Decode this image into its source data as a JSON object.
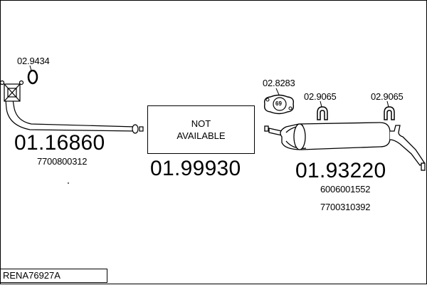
{
  "front_pipe": {
    "clamp_part": "02.9434",
    "part_number": "01.16860",
    "oem": "7700800312"
  },
  "middle_section": {
    "status_line1": "NOT",
    "status_line2": "AVAILABLE",
    "part_number": "01.99930"
  },
  "rear_silencer": {
    "gasket_part": "02.8283",
    "gasket_badge": "69",
    "hanger1_part": "02.9065",
    "hanger2_part": "02.9065",
    "part_number": "01.93220",
    "oem1": "6006001552",
    "oem2": "7700310392"
  },
  "reference": "RENA76927A"
}
